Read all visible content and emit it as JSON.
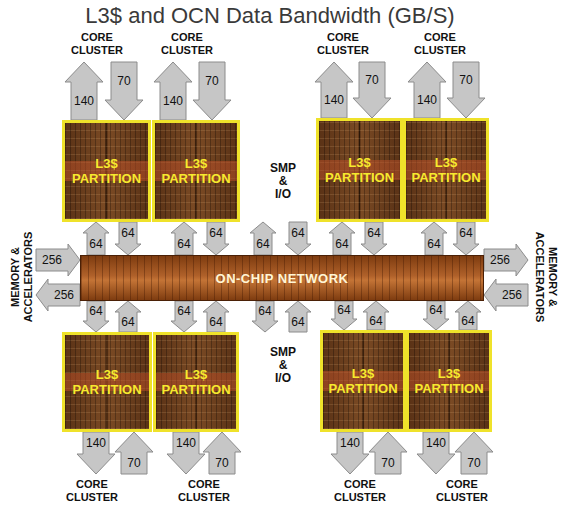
{
  "diagram": {
    "title": "L3$ and OCN Data Bandwidth (GB/S)",
    "nodes": [
      {
        "text": [
          "L3$ PARTITION"
        ]
      },
      {
        "text": [
          "L3$ PARTITION"
        ]
      },
      {
        "text": [
          "L3$ PARTITION"
        ]
      },
      {
        "text": [
          "L3$ PARTITION"
        ]
      },
      {
        "text": [
          "ON-CHIP NETWORK"
        ]
      },
      {
        "text": [
          "L3$ PARTITION"
        ]
      },
      {
        "text": [
          "L3$ PARTITION"
        ]
      },
      {
        "text": [
          "L3$ PARTITION"
        ]
      },
      {
        "text": [
          "L3$ PARTITION"
        ]
      }
    ],
    "edges": [
      {
        "from": 4,
        "to": 0,
        "arrow": "to",
        "label": "64"
      },
      {
        "from": 0,
        "to": 4,
        "arrow": "to",
        "label": "64"
      },
      {
        "from": 4,
        "to": 1,
        "arrow": "to",
        "label": "64"
      },
      {
        "from": 1,
        "to": 4,
        "arrow": "to",
        "label": "64"
      },
      {
        "from": 4,
        "to": 2,
        "arrow": "to",
        "label": "64"
      },
      {
        "from": 2,
        "to": 4,
        "arrow": "to",
        "label": "64"
      },
      {
        "from": 4,
        "to": 3,
        "arrow": "to",
        "label": "64"
      },
      {
        "from": 3,
        "to": 4,
        "arrow": "to",
        "label": "64"
      },
      {
        "from": 4,
        "to": 5,
        "arrow": "to",
        "label": "64"
      },
      {
        "from": 5,
        "to": 4,
        "arrow": "to",
        "label": "64"
      },
      {
        "from": 4,
        "to": 6,
        "arrow": "to",
        "label": "64"
      },
      {
        "from": 6,
        "to": 4,
        "arrow": "to",
        "label": "64"
      },
      {
        "from": 4,
        "to": 7,
        "arrow": "to",
        "label": "64"
      },
      {
        "from": 7,
        "to": 4,
        "arrow": "to",
        "label": "64"
      },
      {
        "from": 4,
        "to": 8,
        "arrow": "to",
        "label": "64"
      },
      {
        "from": 8,
        "to": 4,
        "arrow": "to",
        "label": "64"
      }
    ],
    "labels": [
      "CORE CLUSTER",
      "CORE CLUSTER",
      "CORE CLUSTER",
      "CORE CLUSTER",
      "140",
      "70",
      "140",
      "70",
      "140",
      "70",
      "140",
      "70",
      "SMP & I/O",
      "64",
      "64",
      "MEMORY & ACCELERATORS",
      "256",
      "256",
      "MEMORY & ACCELERATORS",
      "256",
      "256",
      "64",
      "64",
      "SMP & I/O",
      "140",
      "70",
      "140",
      "70",
      "140",
      "70",
      "140",
      "70",
      "CORE CLUSTER",
      "CORE CLUSTER",
      "CORE CLUSTER",
      "CORE CLUSTER"
    ]
  }
}
